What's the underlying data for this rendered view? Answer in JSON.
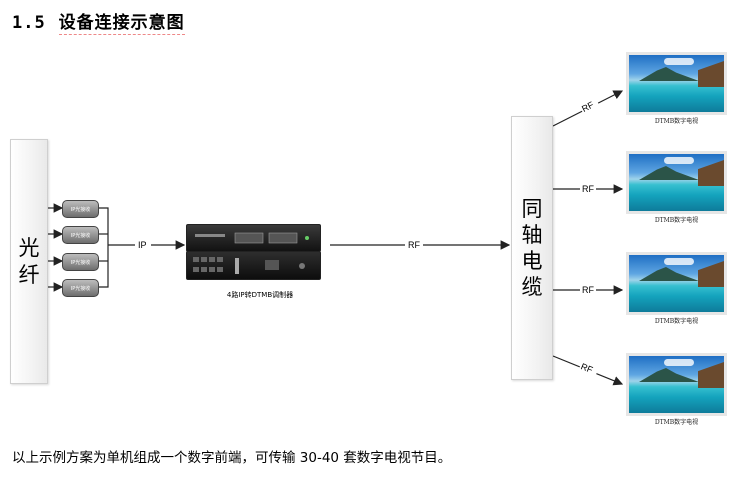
{
  "section": {
    "number": "1.5",
    "title": "设备连接示意图"
  },
  "fiber_panel": {
    "label_1": "光",
    "label_2": "纤"
  },
  "receivers": [
    {
      "label": "IP光接收"
    },
    {
      "label": "IP光接收"
    },
    {
      "label": "IP光接收"
    },
    {
      "label": "IP光接收"
    }
  ],
  "device": {
    "label": "4路IP转DTMB调制器"
  },
  "coax_panel": {
    "label_1": "同",
    "label_2": "轴",
    "label_3": "电",
    "label_4": "缆"
  },
  "links": {
    "ip": "IP",
    "rf_main": "RF",
    "rf_1": "RF",
    "rf_2": "RF",
    "rf_3": "RF",
    "rf_4": "RF"
  },
  "tvs": [
    {
      "label": "DTMB数字电视"
    },
    {
      "label": "DTMB数字电视"
    },
    {
      "label": "DTMB数字电视"
    },
    {
      "label": "DTMB数字电视"
    }
  ],
  "caption": "以上示例方案为单机组成一个数字前端，可传输 30-40 套数字电视节目。"
}
